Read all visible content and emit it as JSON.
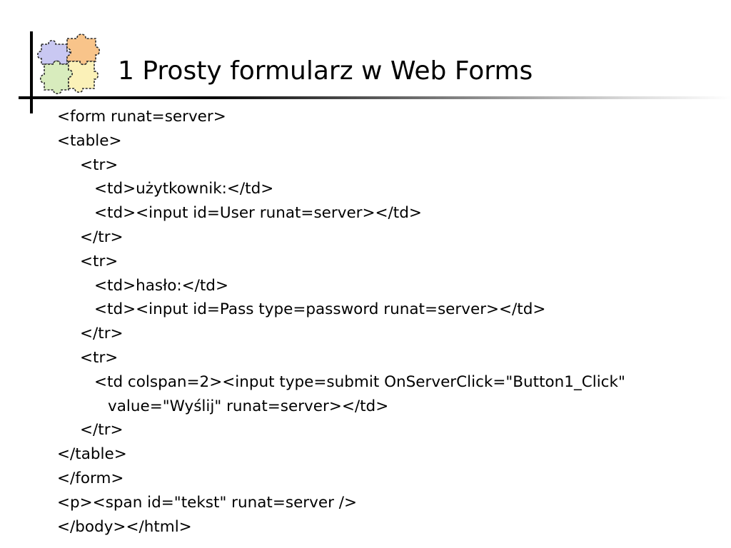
{
  "slide": {
    "title": "1 Prosty formularz w Web Forms",
    "logo_icon": "puzzle-pieces-icon",
    "code_lines": [
      {
        "indent": 0,
        "text": "<form runat=server>"
      },
      {
        "indent": 0,
        "text": "<table>"
      },
      {
        "indent": 1,
        "text": "<tr>"
      },
      {
        "indent": 2,
        "text": "<td>użytkownik:</td>"
      },
      {
        "indent": 2,
        "text": "<td><input id=User runat=server></td>"
      },
      {
        "indent": 1,
        "text": "</tr>"
      },
      {
        "indent": 1,
        "text": "<tr>"
      },
      {
        "indent": 2,
        "text": "<td>hasło:</td>"
      },
      {
        "indent": 2,
        "text": "<td><input id=Pass type=password runat=server></td>"
      },
      {
        "indent": 1,
        "text": "</tr>"
      },
      {
        "indent": 1,
        "text": "<tr>"
      },
      {
        "indent": 2,
        "text": "<td colspan=2><input type=submit OnServerClick=\"Button1_Click\""
      },
      {
        "indent": 3,
        "text": "value=\"Wyślij\" runat=server></td>"
      },
      {
        "indent": 1,
        "text": "</tr>"
      },
      {
        "indent": 0,
        "text": "</table>"
      },
      {
        "indent": 0,
        "text": "</form>"
      },
      {
        "indent": 0,
        "text": "<p><span id=\"tekst\" runat=server />"
      },
      {
        "indent": 0,
        "text": "</body></html>"
      }
    ]
  },
  "colors": {
    "piece_purple": "#c9c8f2",
    "piece_orange": "#f8c48a",
    "piece_green": "#d8ecbd",
    "piece_yellow": "#fbf1b8",
    "outline": "#2a2a2a"
  }
}
